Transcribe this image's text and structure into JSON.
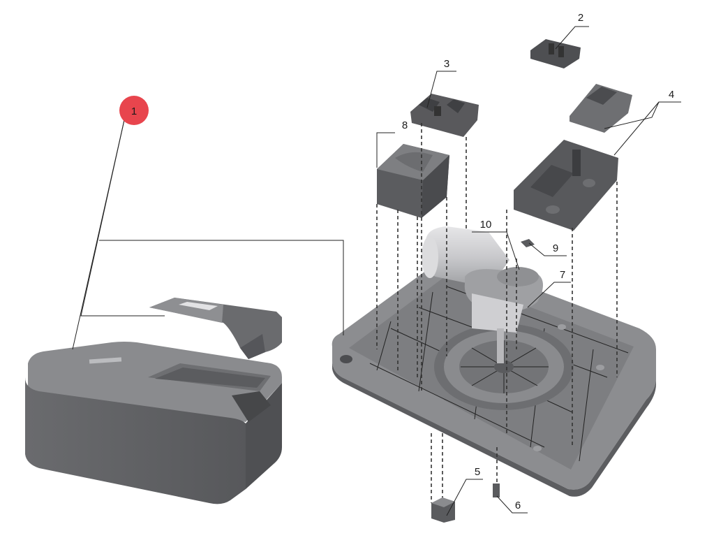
{
  "diagram": {
    "callouts": [
      {
        "id": "1",
        "label": "1",
        "highlighted": true
      },
      {
        "id": "2",
        "label": "2"
      },
      {
        "id": "3",
        "label": "3"
      },
      {
        "id": "4",
        "label": "4"
      },
      {
        "id": "5",
        "label": "5"
      },
      {
        "id": "6",
        "label": "6"
      },
      {
        "id": "7",
        "label": "7"
      },
      {
        "id": "8",
        "label": "8"
      },
      {
        "id": "9",
        "label": "9"
      },
      {
        "id": "10",
        "label": "10"
      }
    ],
    "colors": {
      "highlight": "#e8454d",
      "part_dark": "#5a5b5e",
      "part_mid": "#7c7d80",
      "part_light": "#a9aaad",
      "motor": "#d3d3d5"
    }
  }
}
